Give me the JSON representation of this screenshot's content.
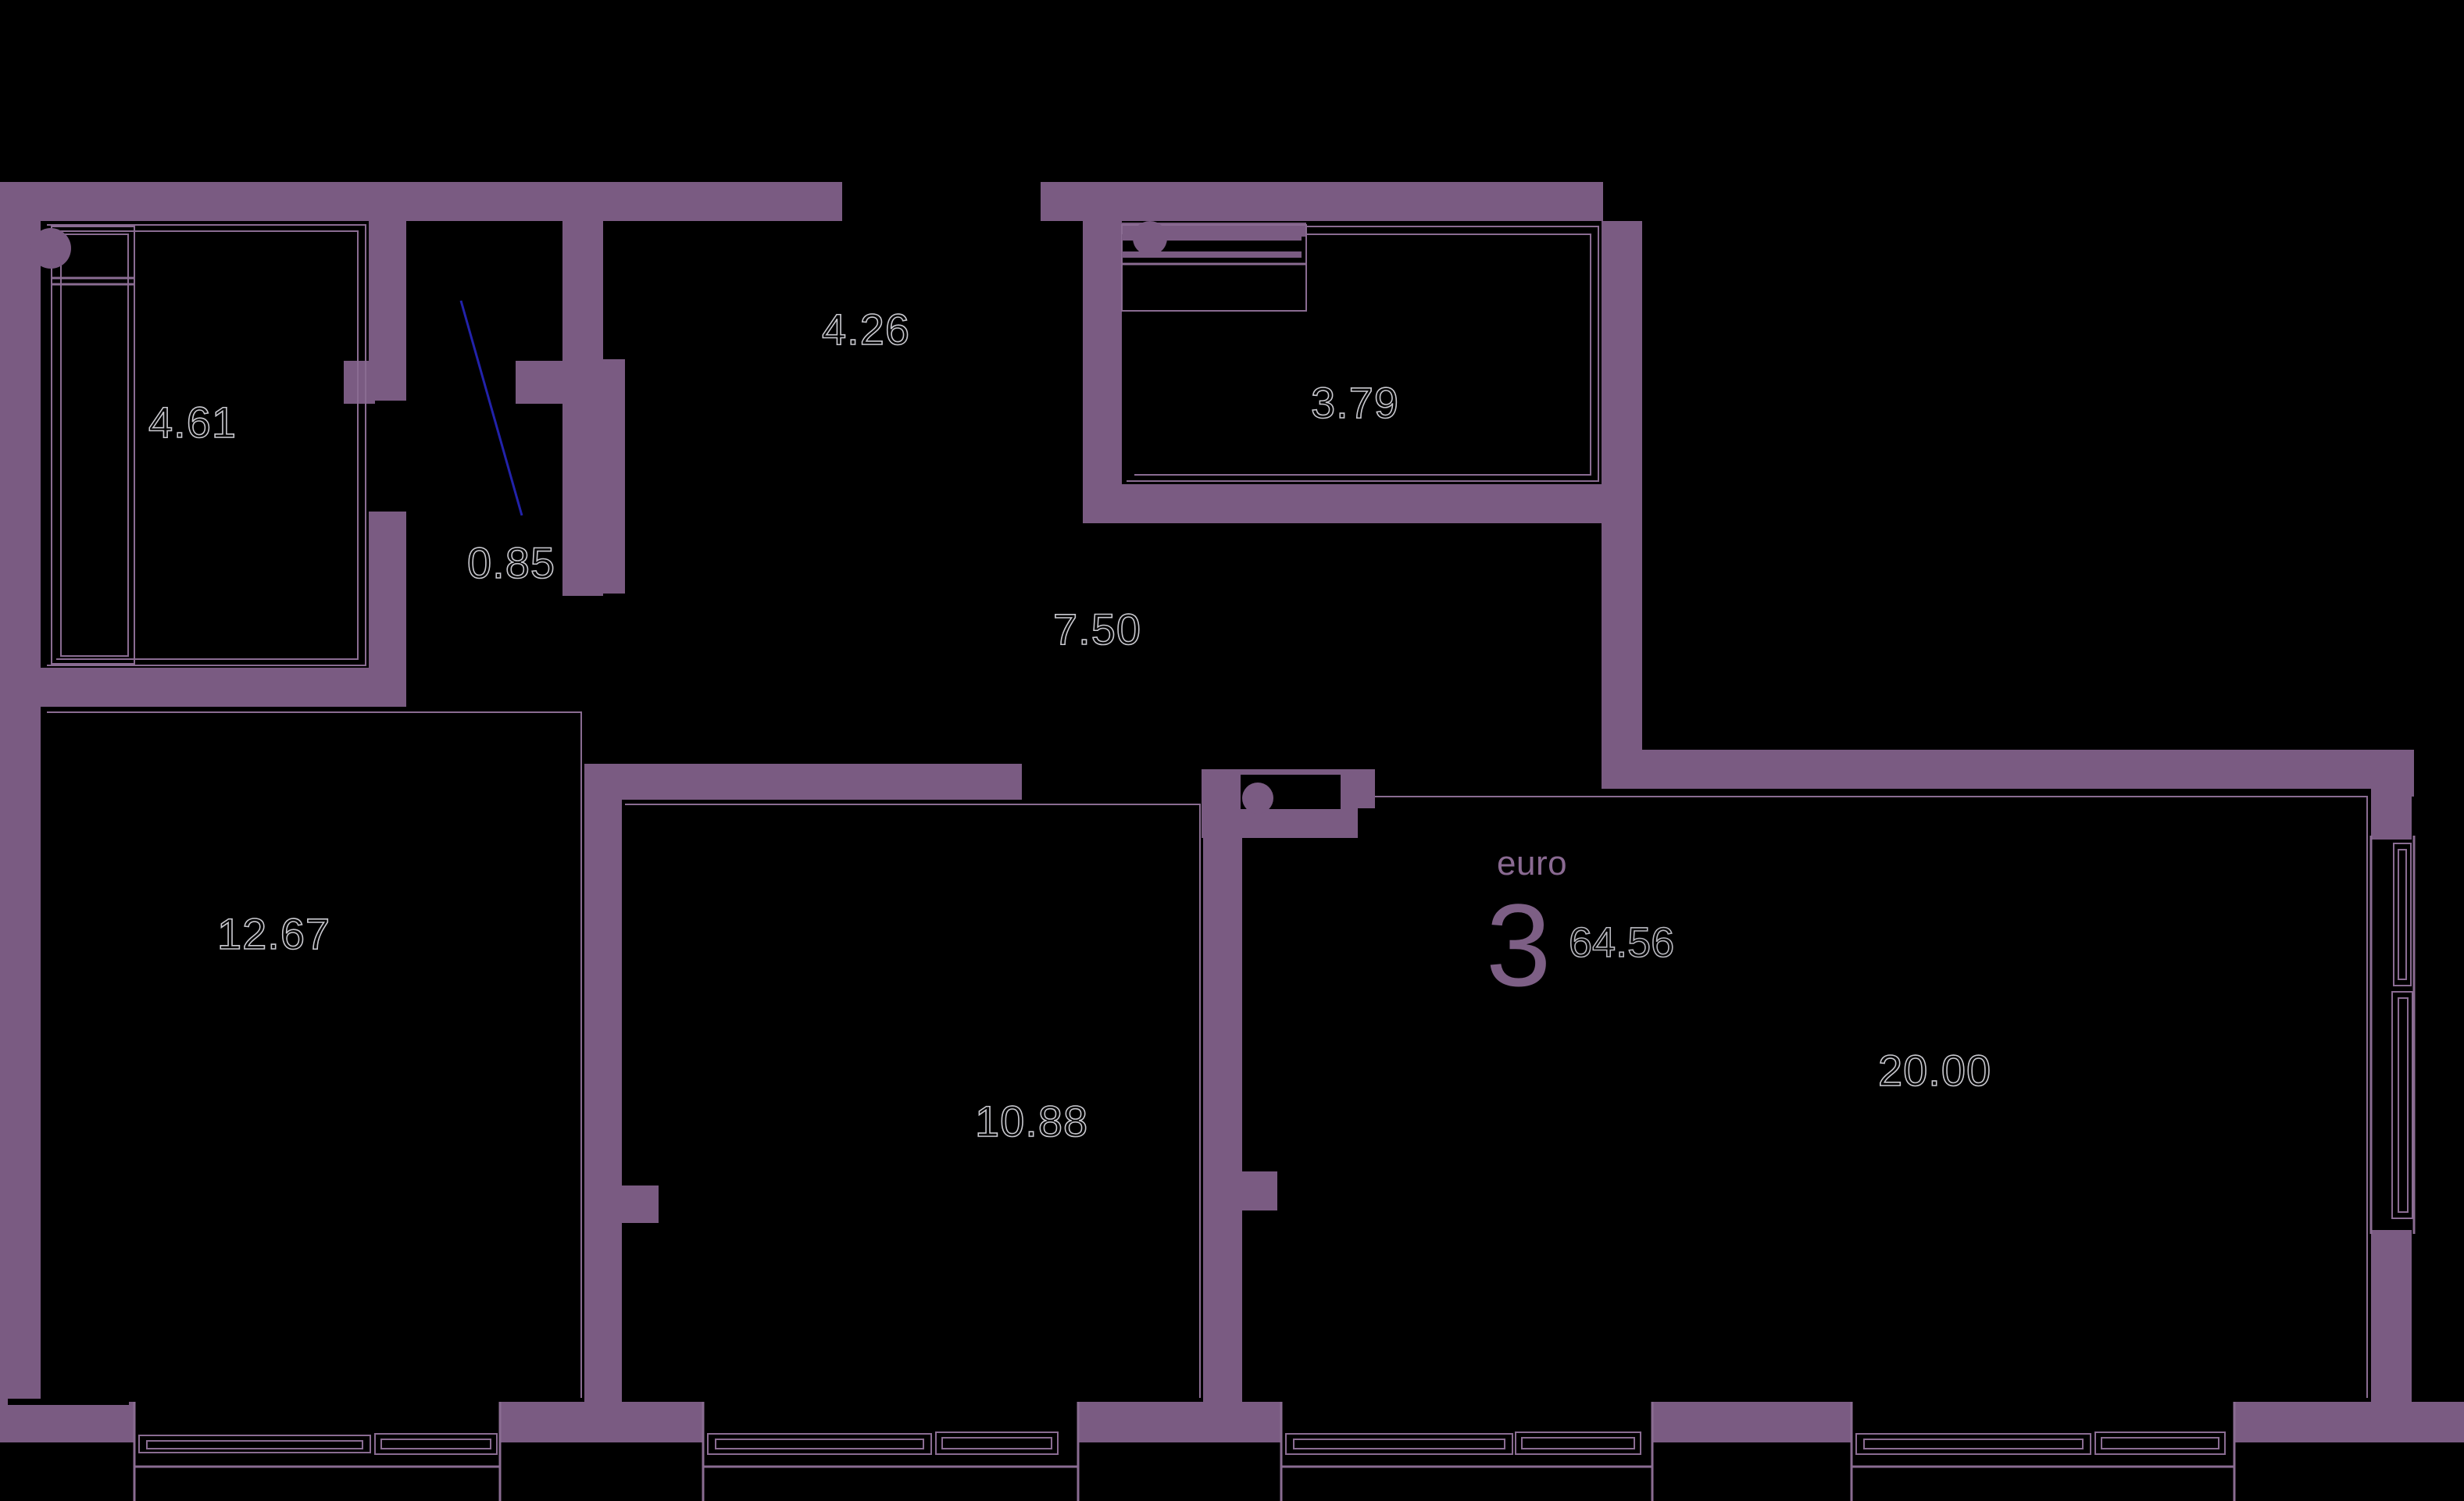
{
  "plan": {
    "title": "Apartment floor plan",
    "accent_color": "#7a5b82",
    "background_color": "#000000",
    "dimension_text_color": "#c9c9cf",
    "door_swing_color": "#2222aa"
  },
  "brand": {
    "word": "euro",
    "rooms_count": "3",
    "total_area": "64.56"
  },
  "rooms": [
    {
      "key": "bathroom_left",
      "area": "4.61"
    },
    {
      "key": "closet",
      "area": "0.85"
    },
    {
      "key": "corridor_upper",
      "area": "4.26"
    },
    {
      "key": "bathroom_right",
      "area": "3.79"
    },
    {
      "key": "hall",
      "area": "7.50"
    },
    {
      "key": "bedroom_left",
      "area": "12.67"
    },
    {
      "key": "bedroom_mid",
      "area": "10.88"
    },
    {
      "key": "living_room",
      "area": "20.00"
    }
  ],
  "fixtures": [
    {
      "key": "wash-basin-left",
      "type": "basin"
    },
    {
      "key": "wash-basin-right",
      "type": "basin"
    },
    {
      "key": "kitchen-sink",
      "type": "sink"
    }
  ],
  "openings": [
    {
      "key": "window-bottom-1",
      "type": "window"
    },
    {
      "key": "window-bottom-2",
      "type": "window"
    },
    {
      "key": "window-bottom-3",
      "type": "window"
    },
    {
      "key": "window-bottom-4",
      "type": "window"
    },
    {
      "key": "window-right",
      "type": "window"
    },
    {
      "key": "door-closet",
      "type": "door"
    }
  ]
}
